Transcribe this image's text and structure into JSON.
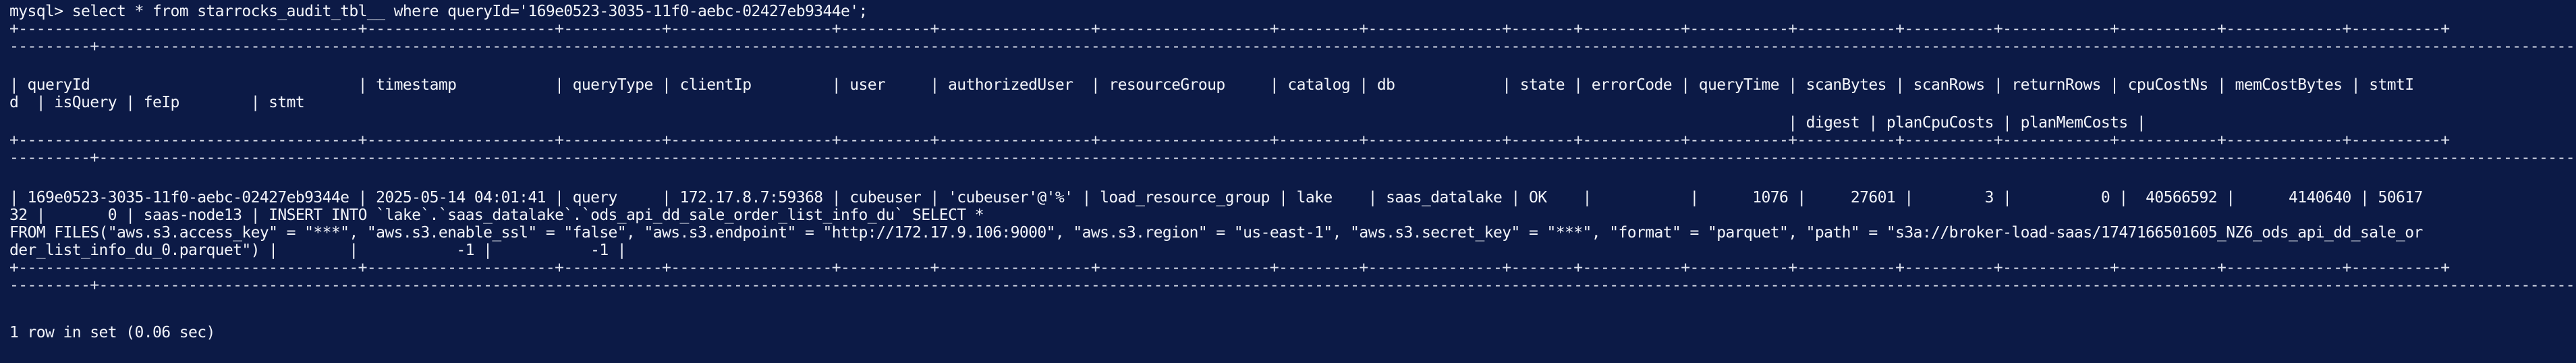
{
  "terminal": {
    "lines": [
      "mysql> select * from starrocks_audit_tbl__ where queryId='169e0523-3035-11f0-aebc-02427eb9344e';",
      "+--------------------------------------+---------------------+-----------+------------------+----------+-----------------+-------------------+---------+---------------+-------+-----------+-----------+-----------+----------+------------+-----------+-------------+----------+",
      "---------+-------------------------------------------------------------------------------------------------------------------------------------------------------------------------------------------------------------------------------------------------------------------------------------------+",
      "| queryId                              | timestamp           | queryType | clientIp         | user     | authorizedUser  | resourceGroup     | catalog | db            | state | errorCode | queryTime | scanBytes | scanRows | returnRows | cpuCostNs | memCostBytes | stmtI",
      "d  | isQuery | feIp        | stmt",
      "                                                                                                                                                                                                       | digest | planCpuCosts | planMemCosts |",
      "+--------------------------------------+---------------------+-----------+------------------+----------+-----------------+-------------------+---------+---------------+-------+-----------+-----------+-----------+----------+------------+-----------+-------------+----------+",
      "---------+-------------------------------------------------------------------------------------------------------------------------------------------------------------------------------------------------------------------------------------------------------------------------------------------+",
      "| 169e0523-3035-11f0-aebc-02427eb9344e | 2025-05-14 04:01:41 | query     | 172.17.8.7:59368 | cubeuser | 'cubeuser'@'%' | load_resource_group | lake    | saas_datalake | OK    |           |      1076 |     27601 |        3 |          0 |  40566592 |      4140640 | 50617",
      "32 |       0 | saas-node13 | INSERT INTO `lake`.`saas_datalake`.`ods_api_dd_sale_order_list_info_du` SELECT *",
      "FROM FILES(\"aws.s3.access_key\" = \"***\", \"aws.s3.enable_ssl\" = \"false\", \"aws.s3.endpoint\" = \"http://172.17.9.106:9000\", \"aws.s3.region\" = \"us-east-1\", \"aws.s3.secret_key\" = \"***\", \"format\" = \"parquet\", \"path\" = \"s3a://broker-load-saas/1747166501605_NZ6_ods_api_dd_sale_or",
      "der_list_info_du_0.parquet\") |        |           -1 |           -1 |",
      "+--------------------------------------+---------------------+-----------+------------------+----------+-----------------+-------------------+---------+---------------+-------+-----------+-----------+-----------+----------+------------+-----------+-------------+----------+",
      "---------+-------------------------------------------------------------------------------------------------------------------------------------------------------------------------------------------------------------------------------------------------------------------------------------------+",
      "1 row in set (0.06 sec)"
    ]
  }
}
